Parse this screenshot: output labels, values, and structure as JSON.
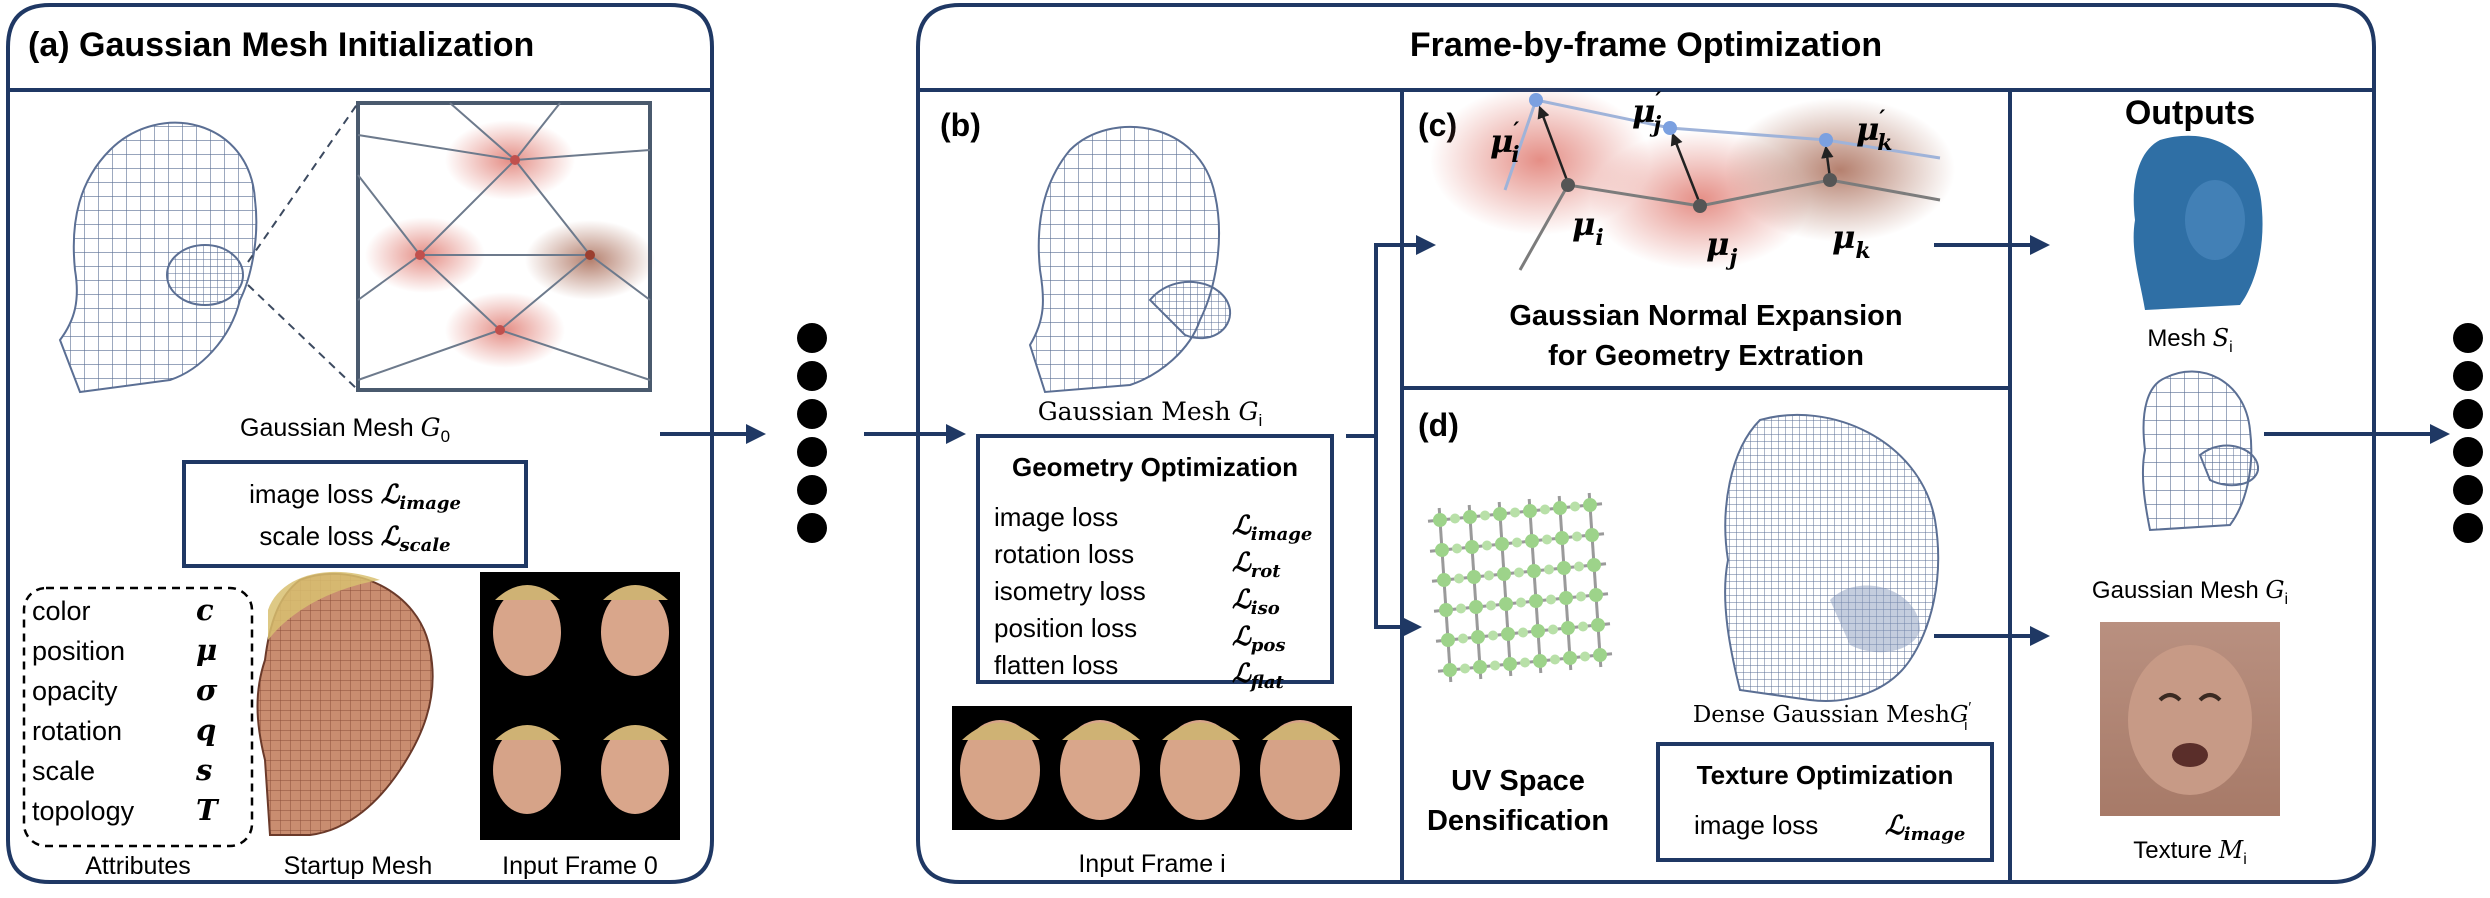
{
  "panel_a": {
    "title": "(a)  Gaussian Mesh Initialization",
    "mesh_caption_prefix": "Gaussian Mesh ",
    "mesh_symbol": "G",
    "mesh_sub": "0",
    "loss_box": [
      {
        "label": "image loss ",
        "sym": "ℒ",
        "sub": "image"
      },
      {
        "label": "scale loss ",
        "sym": "ℒ",
        "sub": "scale"
      }
    ],
    "attributes": [
      {
        "name": "color",
        "symbol": "c"
      },
      {
        "name": "position",
        "symbol": "μ"
      },
      {
        "name": "opacity",
        "symbol": "σ"
      },
      {
        "name": "rotation",
        "symbol": "q"
      },
      {
        "name": "scale",
        "symbol": "s"
      },
      {
        "name": "topology",
        "symbol": "T"
      }
    ],
    "captions": {
      "attributes": "Attributes",
      "startup": "Startup Mesh",
      "input": "Input Frame 0"
    }
  },
  "frame_opt": {
    "title": "Frame-by-frame Optimization"
  },
  "panel_b": {
    "label": "(b)",
    "mesh_caption_prefix": "Gaussian Mesh ",
    "mesh_symbol": "G",
    "mesh_sub": "i",
    "box_title": "Geometry Optimization",
    "losses": [
      {
        "label": "image loss",
        "sub": "image"
      },
      {
        "label": "rotation loss",
        "sub": "rot"
      },
      {
        "label": "isometry loss",
        "sub": "iso"
      },
      {
        "label": "position loss",
        "sub": "pos"
      },
      {
        "label": "flatten loss",
        "sub": "flat"
      }
    ],
    "input_caption": "Input Frame i"
  },
  "panel_c": {
    "label": "(c)",
    "points": [
      {
        "name": "μ",
        "prime": "′",
        "sub": "i"
      },
      {
        "name": "μ",
        "prime": "′",
        "sub": "j"
      },
      {
        "name": "μ",
        "prime": "′",
        "sub": "k"
      },
      {
        "name": "μ",
        "sub": "i"
      },
      {
        "name": "μ",
        "sub": "j"
      },
      {
        "name": "μ",
        "sub": "k"
      }
    ],
    "caption_line1": "Gaussian Normal Expansion",
    "caption_line2": "for Geometry Extration"
  },
  "panel_d": {
    "label": "(d)",
    "dense_caption_prefix": "Dense Gaussian Mesh",
    "dense_symbol": "G",
    "dense_prime": "′",
    "dense_sub": "i",
    "densify_line1": "UV Space",
    "densify_line2": "Densification",
    "tex_box_title": "Texture Optimization",
    "tex_loss_label": "image loss",
    "tex_loss_sub": "image"
  },
  "outputs": {
    "title": "Outputs",
    "mesh_prefix": "Mesh ",
    "mesh_symbol": "S",
    "mesh_sub": "i",
    "gmesh_prefix": "Gaussian Mesh ",
    "gmesh_symbol": "G",
    "gmesh_sub": "i",
    "texture_prefix": "Texture ",
    "texture_symbol": "M",
    "texture_sub": "i"
  },
  "colors": {
    "frame": "#1f3864",
    "gauss": "#e07a70",
    "mesh_line": "#5b6f94",
    "node": "#9dd38a",
    "blue_mesh": "#2f6fa5"
  }
}
